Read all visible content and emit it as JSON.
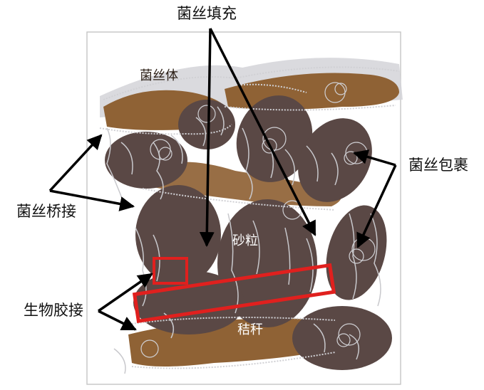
{
  "labels": {
    "hyphae_filling": "菌丝填充",
    "mycelium": "菌丝体",
    "hyphae_wrapping": "菌丝包裹",
    "hyphae_bridging": "菌丝桥接",
    "sand_grain": "砂粒",
    "biological_cementation": "生物胶接",
    "straw": "秸秆"
  },
  "colors": {
    "particle_dark": "#5a4845",
    "organic_brown": "#8f6235",
    "hyphae_gray": "#c8c8cc",
    "highlight_red": "#e0201e",
    "arrow_black": "#000000",
    "frame_gray": "#c9c9c9"
  },
  "icons": {
    "arrow": "black-arrow",
    "highlight": "red-rectangle"
  }
}
